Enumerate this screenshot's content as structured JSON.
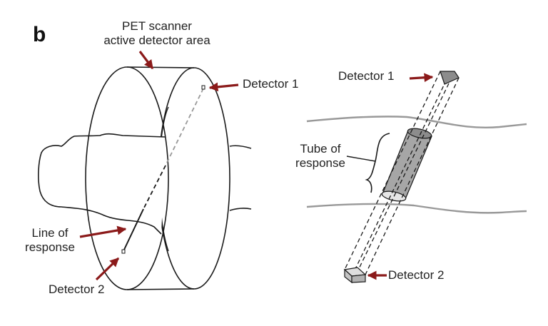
{
  "panel_label": "b",
  "left": {
    "scanner_label_line1": "PET scanner",
    "scanner_label_line2": "active detector area",
    "detector1_label": "Detector 1",
    "line_of_response_line1": "Line of",
    "line_of_response_line2": "response",
    "detector2_label": "Detector 2"
  },
  "right": {
    "detector1_label": "Detector 1",
    "tube_label_line1": "Tube of",
    "tube_label_line2": "response",
    "detector2_label": "Detector 2"
  },
  "colors": {
    "arrow": "#8b1a1a",
    "stroke": "#1a1a1a",
    "tissue_line": "#999999",
    "tube_fill": "#a6a6a6",
    "detector_fill": "#8c8c8c",
    "detector2_fill": "#c4c4c4"
  }
}
